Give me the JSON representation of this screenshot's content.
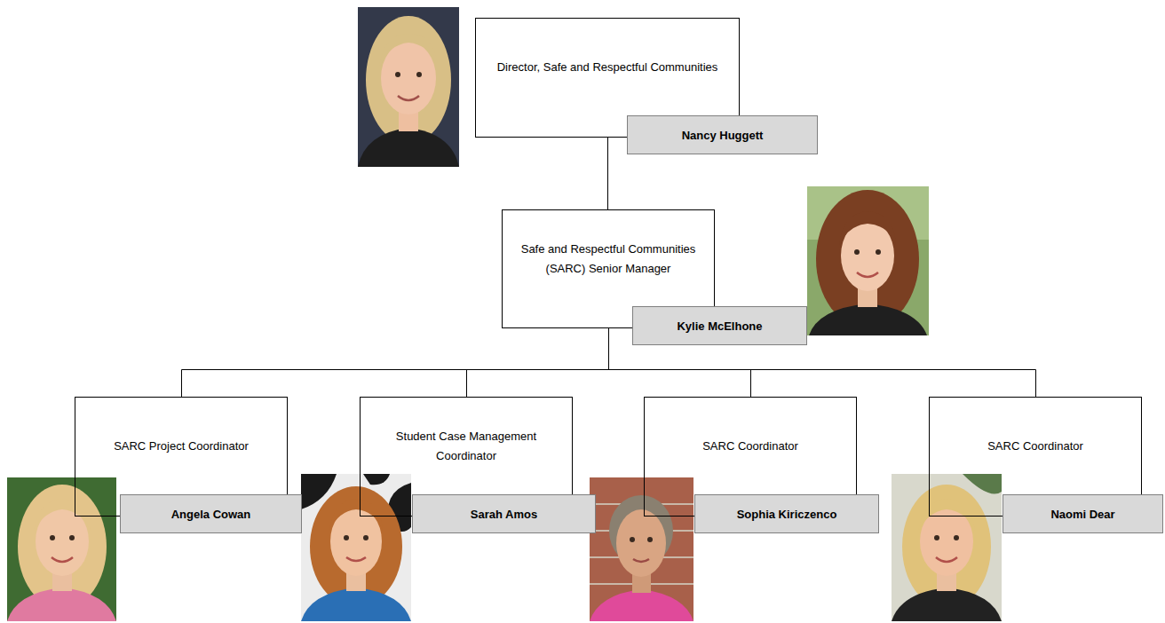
{
  "diagram": {
    "nodes": [
      {
        "text": [
          "Director, Safe and Respectful Communities",
          "Nancy Huggett"
        ]
      },
      {
        "text": [
          "Safe and Respectful Communities (SARC) Senior Manager",
          "Kylie McElhone"
        ]
      },
      {
        "text": [
          "SARC Project Coordinator",
          "Angela Cowan"
        ]
      },
      {
        "text": [
          "Student Case Management Coordinator",
          "Sarah Amos"
        ]
      },
      {
        "text": [
          "SARC Coordinator",
          "Sophia Kiriczenco"
        ]
      },
      {
        "text": [
          "SARC Coordinator",
          "Naomi Dear"
        ]
      }
    ],
    "edges": [
      {
        "from": 0,
        "to": 1,
        "arrow": "none"
      },
      {
        "from": 1,
        "to": 2,
        "arrow": "none"
      },
      {
        "from": 1,
        "to": 3,
        "arrow": "none"
      },
      {
        "from": 1,
        "to": 4,
        "arrow": "none"
      },
      {
        "from": 1,
        "to": 5,
        "arrow": "none"
      }
    ]
  }
}
